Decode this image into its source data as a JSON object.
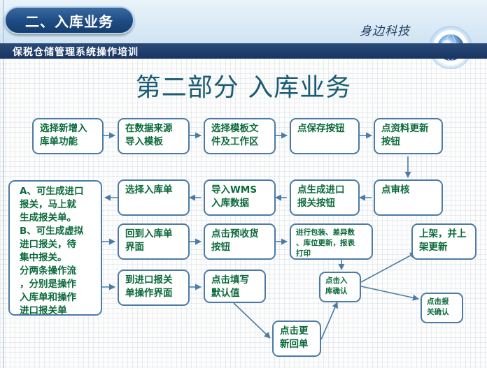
{
  "header": {
    "section_title": "二、入库业务",
    "brand": "身边科技",
    "subtitle": "保税仓储管理系统操作培训"
  },
  "page": {
    "title": "第二部分 入库业务"
  },
  "colors": {
    "node_border": "#4b7ba6",
    "node_text": "#0a6a3a",
    "arrow": "#4b7ba6",
    "title": "#1a5c72",
    "band": "#183561"
  },
  "nodes": {
    "select_new_receipt": "选择新增入\n库单功能",
    "import_template": "在数据来源\n导入模板",
    "select_template_file": "选择模板文\n件及工作区",
    "click_save": "点保存按钮",
    "click_update": "点资料更新\n按钮",
    "click_review": "点审核",
    "generate_declaration": "点生成进口\n报关按钮",
    "import_wms": "导入WMS\n入库数据",
    "select_receipt": "选择入库单",
    "notes": "A、可生成进口\n报关，马上就\n生成报关单。\nB、可生成虚拟\n进口报关，待\n集中报关。\n分两条操作流\n，分别是操作\n入库单和操作\n进口报关单",
    "back_to_receipt": "回到入库单\n界面",
    "click_prereceive": "点击预收货\n按钮",
    "packing_update": "进行包装、差异数\n、库位更新，报表\n打印",
    "putaway": "上架，并上\n架更新",
    "receipt_confirm": "点击入\n库确认",
    "declaration_confirm": "点击报\n关确认",
    "to_declaration_screen": "到进口报关\n单操作界面",
    "fill_default": "点击填写\n默认值",
    "update_receipt": "点击更\n新回单"
  }
}
